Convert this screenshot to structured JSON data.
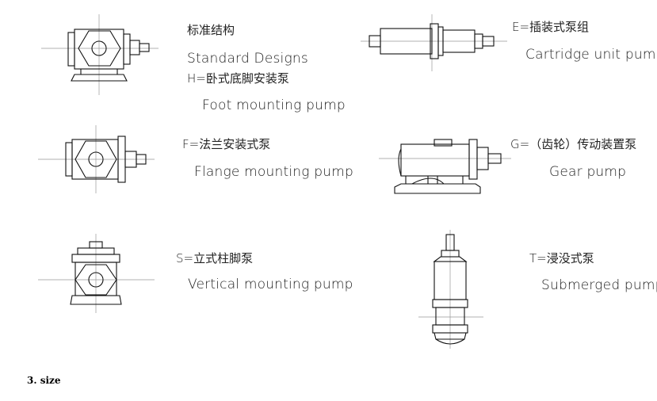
{
  "pump_types": [
    {
      "key": "standard",
      "cn": "标准结构",
      "en": "Standard Designs",
      "icon": "standard-pump-icon"
    },
    {
      "key": "H",
      "cn": "H=卧式底脚安装泵",
      "en": "Foot mounting pump",
      "icon": "foot-mounting-pump-icon"
    },
    {
      "key": "E",
      "cn": "E=插装式泵组",
      "en": "Cartridge unit pump",
      "icon": "cartridge-unit-pump-icon"
    },
    {
      "key": "F",
      "cn": "F=法兰安装式泵",
      "en": "Flange mounting pump",
      "icon": "flange-mounting-pump-icon"
    },
    {
      "key": "G",
      "cn": "G=（齿轮）传动装置泵",
      "en": "Gear pump",
      "icon": "gear-pump-icon"
    },
    {
      "key": "S",
      "cn": "S=立式柱脚泵",
      "en": "Vertical mounting pump",
      "icon": "vertical-mounting-pump-icon"
    },
    {
      "key": "T",
      "cn": "T=浸没式泵",
      "en": "Submerged pump",
      "icon": "submerged-pump-icon"
    }
  ],
  "section_title": "3. size"
}
